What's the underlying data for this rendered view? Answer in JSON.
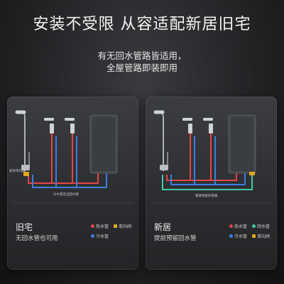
{
  "headline": "安装不受限 从容适配新居旧宅",
  "subline1": "有无回水管路皆适用，",
  "subline2": "全屋管路即装即用",
  "panels": {
    "old": {
      "name": "旧宅",
      "desc": "无回水管也可用",
      "unit_label": "安装单向阀",
      "pipe_label": "冷水管充当回水管",
      "legend": {
        "hot": "热水管",
        "cold": "冷水管",
        "valve": "单向阀"
      }
    },
    "new": {
      "name": "新居",
      "desc": "提前预留回水管",
      "pipe_label": "需要预留的管路",
      "legend": {
        "hot": "热水管",
        "return": "回水管",
        "cold": "冷水管",
        "valve": "单向阀"
      }
    }
  },
  "colors": {
    "hot": "#e64545",
    "cold": "#3b7fe0",
    "return": "#42c9a8",
    "valve": "#e0a820"
  }
}
